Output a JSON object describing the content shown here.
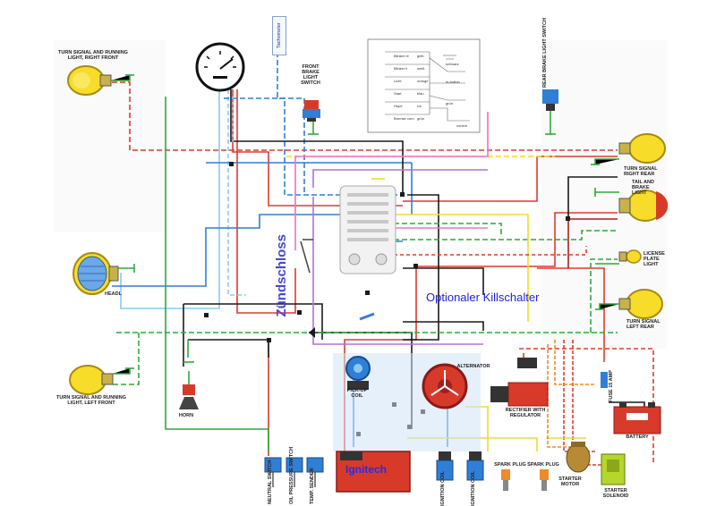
{
  "labels": {
    "turn_signal_right_front": "TURN SIGNAL AND RUNNING LIGHT, RIGHT FRONT",
    "front_brake_light_switch": "FRONT BRAKE LIGHT SWITCH",
    "rear_brake_light_switch": "REAR BRAKE LIGHT SWITCH",
    "turn_signal_right_rear": "TURN SIGNAL RIGHT REAR",
    "tail_brake_light": "TAIL AND BRAKE LIGHT",
    "license_plate_light": "LICENSE PLATE LIGHT",
    "turn_signal_left_rear": "TURN SIGNAL LEFT REAR",
    "headlight": "HEADL",
    "turn_signal_left_front": "TURN SIGNAL AND RUNNING LIGHT, LEFT FRONT",
    "horn": "HORN",
    "neutral_switch": "NEUTRAL SWITCH",
    "oil_pressure_switch": "OIL PRESSURE SWITCH",
    "temp_sender": "TEMP. SENDER",
    "pickup_coil": "PICK-UP COIL",
    "alternator": "ALTERNATOR",
    "rectifier": "RECTIFIER WITH REGULATOR",
    "battery": "BATTERY",
    "fuse": "FUSE 15 AMP",
    "ignition_coil": "IGNITION COIL",
    "spark_plug": "SPARK PLUG",
    "starter_motor": "STARTER MOTOR",
    "starter_solenoid": "STARTER SOLENOID",
    "tachometer": "Tachometer",
    "ignition_switch": "Zündschloss",
    "kill_switch": "Optionaler Killschalter",
    "ecu": "Ignitech"
  },
  "legend_table": {
    "rows": [
      {
        "left": "Blinker re",
        "right": "gelb"
      },
      {
        "left": "Blinker li",
        "right": "weiß"
      },
      {
        "left": "Licht",
        "right": "orange"
      },
      {
        "left": "Start",
        "right": "blau"
      },
      {
        "left": "Hupe",
        "right": "rot"
      },
      {
        "left": "Bremse vorn",
        "right": "grün"
      }
    ],
    "side_labels": [
      "schwarz",
      "m-button",
      "grün",
      "control"
    ]
  },
  "colors": {
    "red": "#e03a2e",
    "dark_red": "#b01e1e",
    "blue": "#2f7fd6",
    "light_blue": "#8ec8f0",
    "green": "#2daa3a",
    "yellow": "#f0dc28",
    "black": "#1a1a1a",
    "brown": "#8a5a2a",
    "orange": "#f08a28",
    "pink": "#f070c0",
    "purple": "#b070e0",
    "lamp_yellow": "#f7dc2a",
    "ecu_red": "#d83a2a",
    "label_blue": "#2a2ae6"
  }
}
